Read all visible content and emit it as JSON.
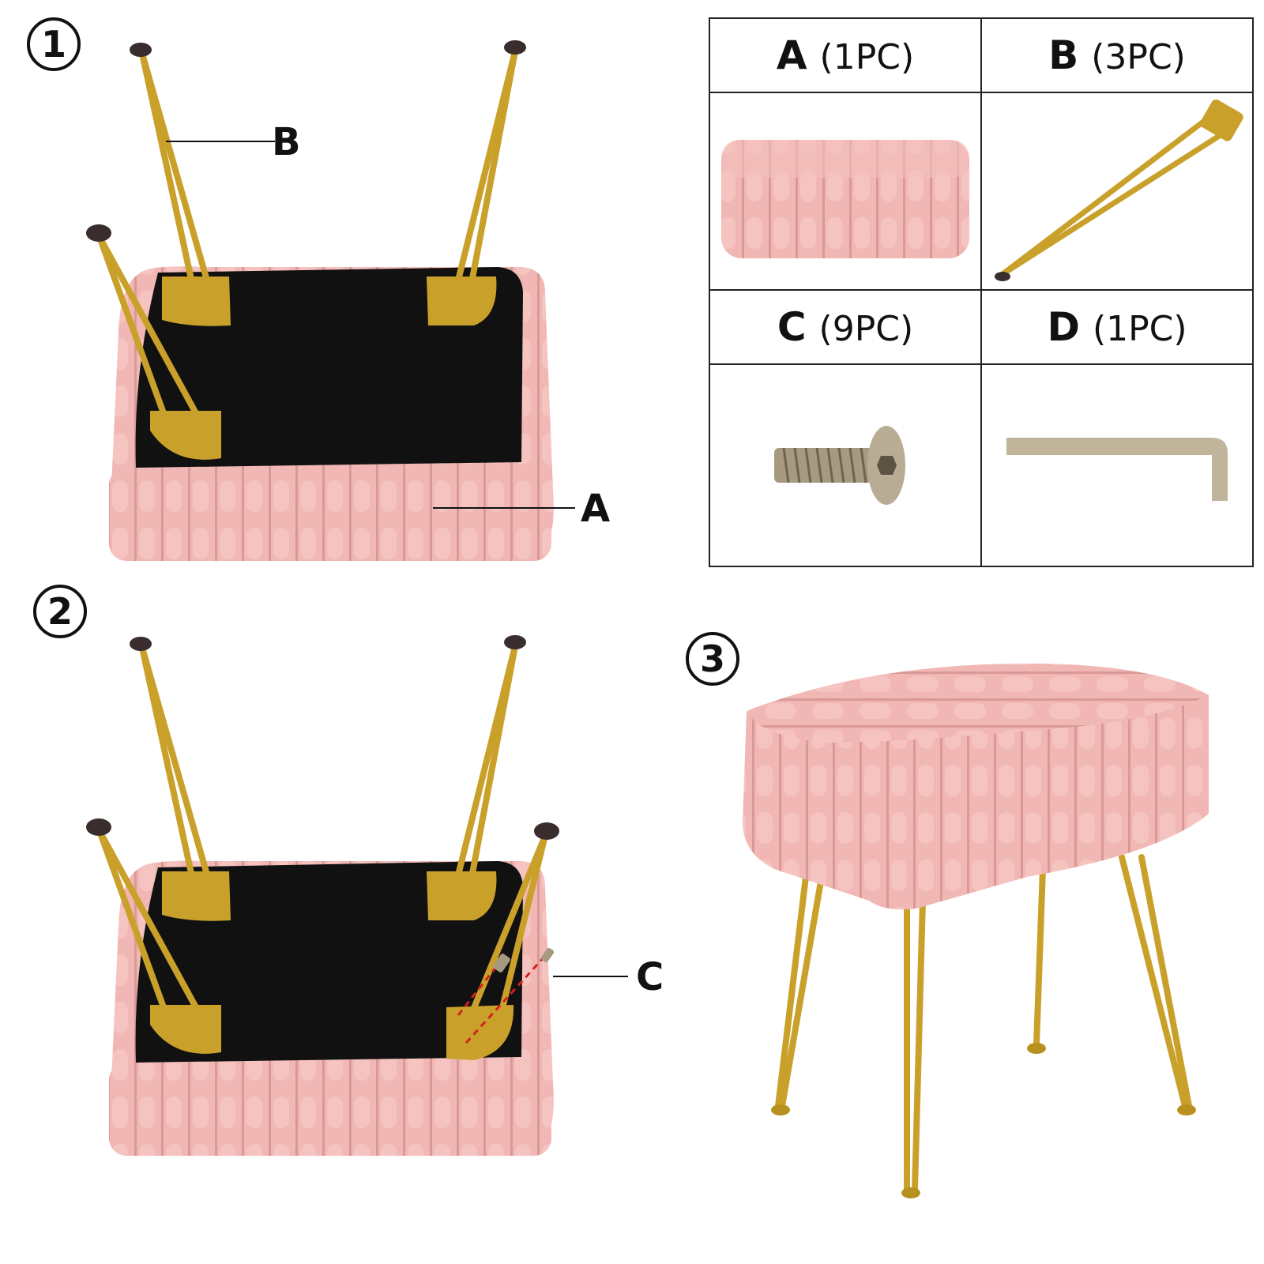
{
  "steps": [
    "1",
    "2",
    "3"
  ],
  "callouts": {
    "step1_leg": "B",
    "step1_cushion": "A",
    "step2_screw": "C"
  },
  "parts": [
    {
      "letter": "A",
      "qty": "(1PC)",
      "icon": "cushion-icon"
    },
    {
      "letter": "B",
      "qty": "(3PC)",
      "icon": "hairpin-leg-icon"
    },
    {
      "letter": "C",
      "qty": "(9PC)",
      "icon": "screw-icon"
    },
    {
      "letter": "D",
      "qty": "(1PC)",
      "icon": "allen-key-icon"
    }
  ],
  "colors": {
    "fabric": "#f1b7b4",
    "fabric_dark": "#d68f8c",
    "gold": "#c9a12a",
    "base": "#111111"
  }
}
